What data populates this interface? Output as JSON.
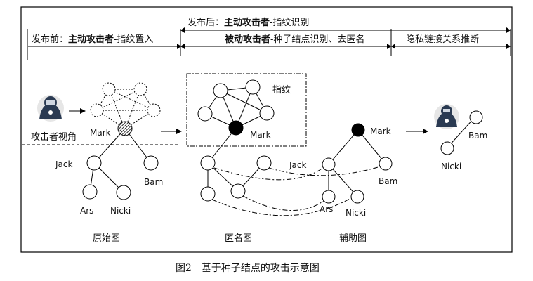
{
  "header": {
    "after_label": "发布后：",
    "after_bold": "主动攻击者",
    "after_rest": "-指纹识别",
    "before_label": "发布前：",
    "before_bold": "主动攻击者",
    "before_rest": "-指纹置入",
    "passive_bold": "被动攻击者",
    "passive_rest": "-种子结点识别、去匿名",
    "privacy": "隐私链接关系推断"
  },
  "labels": {
    "attacker_view": "攻击者视角",
    "fingerprint": "指纹",
    "mark_original": "Mark",
    "mark_anon": "Mark",
    "mark_aux": "Mark",
    "jack_original": "Jack",
    "bam_original": "Bam",
    "ars_original": "Ars",
    "nicki_original": "Nicki",
    "jack_aux": "Jack",
    "bam_aux": "Bam",
    "ars_aux": "Ars",
    "nicki_aux": "Nicki",
    "bam_result": "Bam",
    "nicki_result": "Nicki"
  },
  "panels": {
    "original": "原始图",
    "anonymized": "匿名图",
    "auxiliary": "辅助图"
  },
  "caption": "图2　基于种子结点的攻击示意图"
}
